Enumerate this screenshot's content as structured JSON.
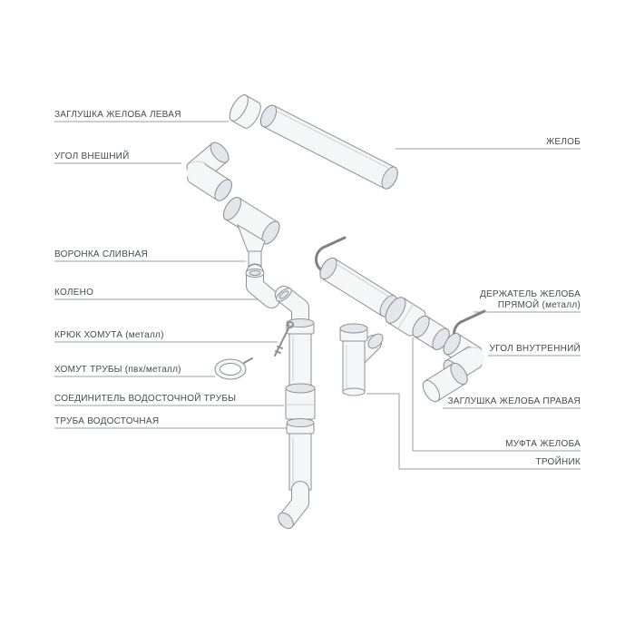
{
  "diagram": {
    "background": "#ffffff",
    "colors": {
      "part_outline": "#8a9097",
      "part_fill": "#f5f6f7",
      "leader_line": "#9aa0a6",
      "label_text": "#454a4f"
    },
    "labels_left": [
      {
        "id": "gutter-end-cap-left",
        "text": "ЗАГЛУШКА ЖЕЛОБА ЛЕВАЯ"
      },
      {
        "id": "corner-external",
        "text": "УГОЛ ВНЕШНИЙ"
      },
      {
        "id": "drain-funnel",
        "text": "ВОРОНКА СЛИВНАЯ"
      },
      {
        "id": "elbow",
        "text": "КОЛЕНО"
      },
      {
        "id": "clamp-hook",
        "text": "КРЮК ХОМУТА (металл)"
      },
      {
        "id": "pipe-clamp",
        "text": "ХОМУТ ТРУБЫ (пвх/металл)"
      },
      {
        "id": "downpipe-connector",
        "text": "СОЕДИНИТЕЛЬ ВОДОСТОЧНОЙ ТРУБЫ"
      },
      {
        "id": "downpipe",
        "text": "ТРУБА ВОДОСТОЧНАЯ"
      }
    ],
    "labels_right": [
      {
        "id": "gutter",
        "text": "ЖЕЛОБ"
      },
      {
        "id": "gutter-bracket-straight",
        "text": "ДЕРЖАТЕЛЬ ЖЕЛОБА ПРЯМОЙ (металл)"
      },
      {
        "id": "corner-internal",
        "text": "УГОЛ ВНУТРЕННИЙ"
      },
      {
        "id": "gutter-end-cap-right",
        "text": "ЗАГЛУШКА ЖЕЛОБА ПРАВАЯ"
      },
      {
        "id": "gutter-coupling",
        "text": "МУФТА ЖЕЛОБА"
      },
      {
        "id": "tee",
        "text": "ТРОЙНИК"
      }
    ]
  }
}
